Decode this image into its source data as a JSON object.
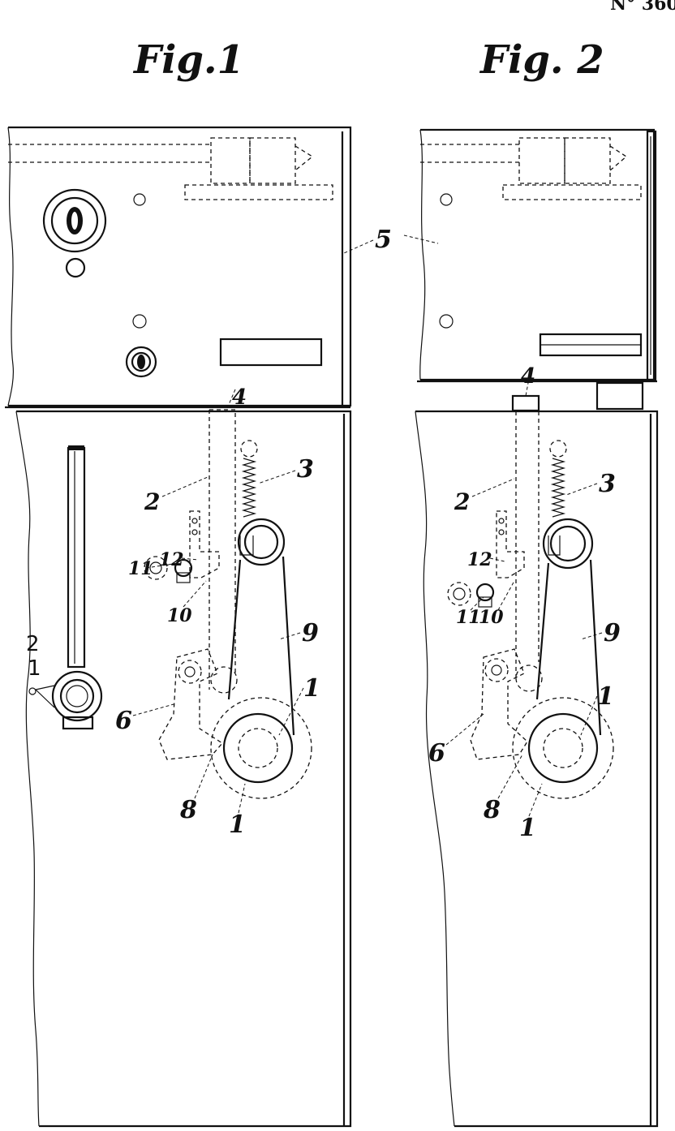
{
  "corner_text": "N° 360",
  "figures": [
    {
      "title": "Fig.1",
      "labels": {
        "l1a": "1",
        "l1b": "1",
        "l2": "2",
        "l3": "3",
        "l4": "4",
        "l5": "5",
        "l6": "6",
        "l8": "8",
        "l9": "9",
        "l10": "10",
        "l11": "11",
        "l12": "12",
        "side2": "2",
        "side1": "1"
      }
    },
    {
      "title": "Fig. 2",
      "labels": {
        "l1a": "1",
        "l1b": "1",
        "l2": "2",
        "l3": "3",
        "l4": "4",
        "l6": "6",
        "l8": "8",
        "l9": "9",
        "l10": "10",
        "l11": "11",
        "l12": "12"
      }
    }
  ]
}
